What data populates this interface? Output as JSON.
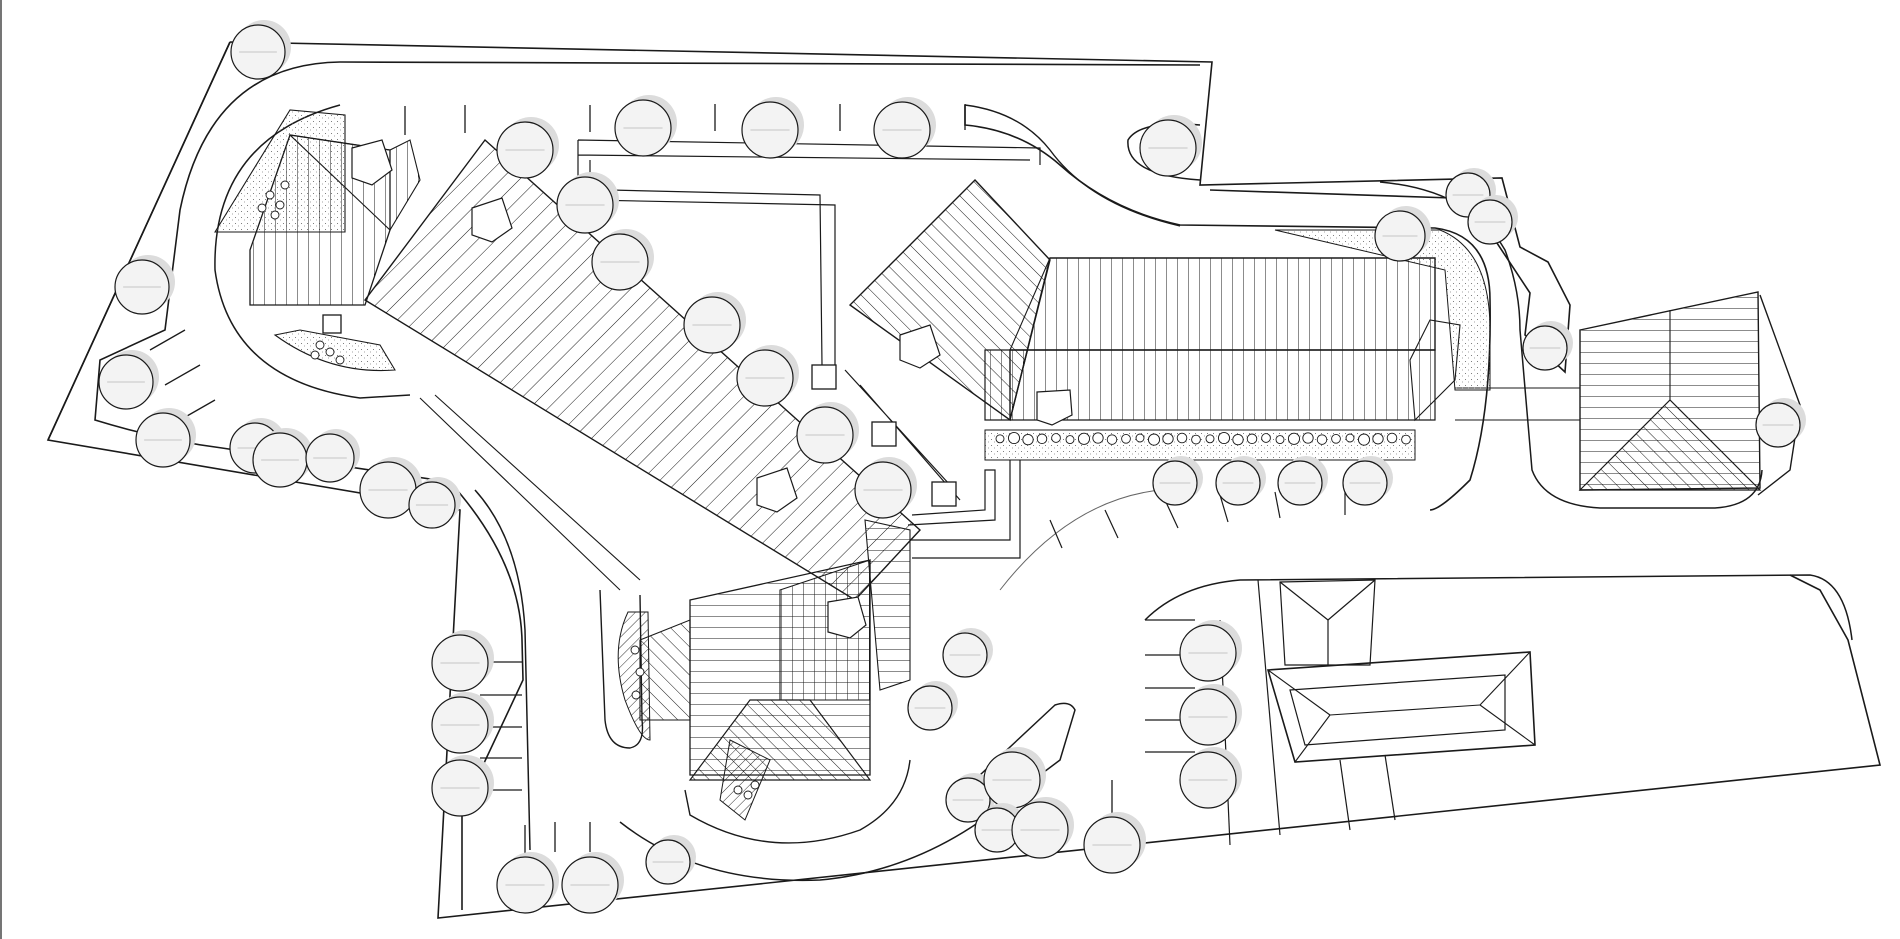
{
  "drawing": {
    "type": "architectural site plan",
    "line_color": "#1a1a1a",
    "tree_fill": "#f3f3f3",
    "tree_shadow": "#dcdcdc",
    "background": "#ffffff"
  },
  "legend_items": [
    "parcel-boundary",
    "driveway",
    "parking-stall",
    "tree",
    "roof-hatching",
    "planting-bed"
  ]
}
